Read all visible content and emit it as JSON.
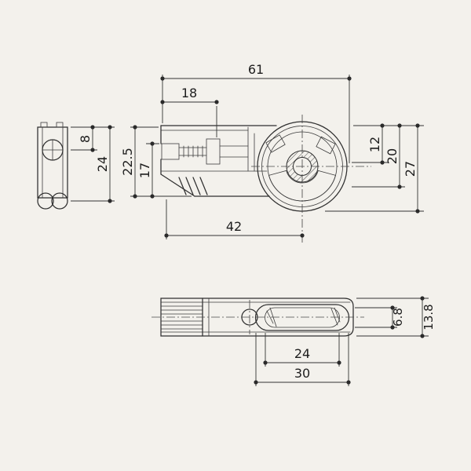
{
  "colors": {
    "background": "#f3f1ec",
    "line": "#2f2f2f",
    "text": "#1d1d1d"
  },
  "views": {
    "front": {
      "dims": {
        "overall_width": "61",
        "screw_position": "18",
        "left_height_full": "22.5",
        "left_height_partial": "17",
        "right_height_upper": "12",
        "right_height_mid": "20",
        "right_height_full": "27",
        "base_width": "42"
      }
    },
    "side": {
      "dims": {
        "axle_offset": "8",
        "overall_height": "24"
      }
    },
    "plan": {
      "dims": {
        "roller_length": "24",
        "opening_length": "30",
        "roller_width": "6.8",
        "overall_width": "13.8"
      }
    }
  }
}
